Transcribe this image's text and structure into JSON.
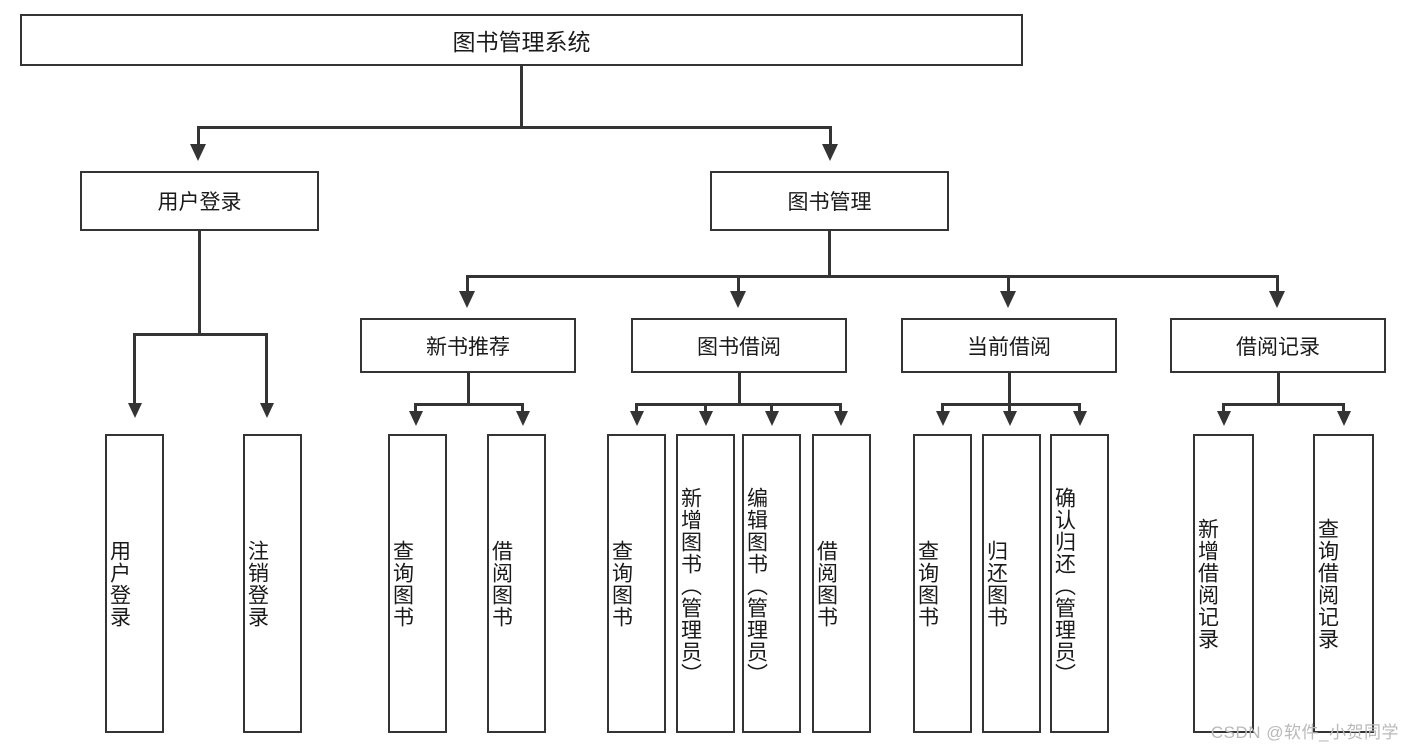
{
  "diagram": {
    "title": "图书管理系统",
    "root": {
      "label": "图书管理系统"
    },
    "level2": [
      {
        "label": "用户登录"
      },
      {
        "label": "图书管理"
      }
    ],
    "level3": [
      {
        "label": "新书推荐"
      },
      {
        "label": "图书借阅"
      },
      {
        "label": "当前借阅"
      },
      {
        "label": "借阅记录"
      }
    ],
    "leaves": {
      "user_login": [
        {
          "label": "用户登录"
        },
        {
          "label": "注销登录"
        }
      ],
      "new_book_recommend": [
        {
          "label": "查询图书"
        },
        {
          "label": "借阅图书"
        }
      ],
      "book_borrow": [
        {
          "label": "查询图书"
        },
        {
          "label": "新增图书（管理员）"
        },
        {
          "label": "编辑图书（管理员）"
        },
        {
          "label": "借阅图书"
        }
      ],
      "current_borrow": [
        {
          "label": "查询图书"
        },
        {
          "label": "归还图书"
        },
        {
          "label": "确认归还（管理员）"
        }
      ],
      "borrow_record": [
        {
          "label": "新增借阅记录"
        },
        {
          "label": "查询借阅记录"
        }
      ]
    }
  },
  "watermark": {
    "text": "CSDN @软件_小贺同学"
  },
  "colors": {
    "stroke": "#343434",
    "text": "#1a1a1a",
    "background": "#ffffff",
    "watermark": "#b9b9b9"
  }
}
